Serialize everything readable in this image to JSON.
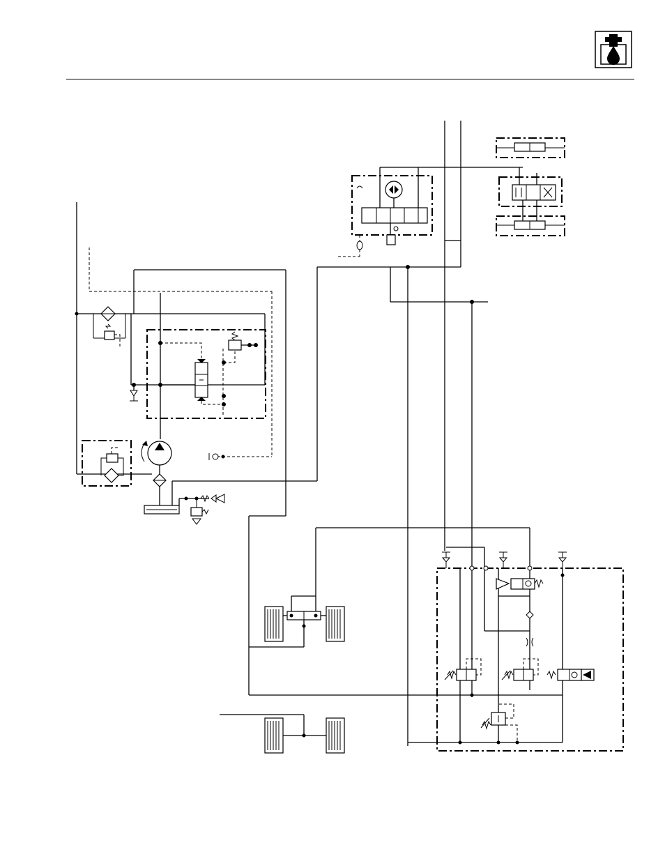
{
  "header": {
    "icon": "hydraulic-oil-icon",
    "rule_color": "#000000"
  },
  "schematic": {
    "style": "hydraulic circuit line drawing",
    "line_color": "#000000",
    "background": "#ffffff",
    "components": [
      "pump",
      "reservoir",
      "filter",
      "oil-cooler",
      "relief-valve",
      "priority-valve",
      "steering-unit",
      "steering-cylinder",
      "hitch-valve",
      "brake-pack",
      "parking-brake-pack",
      "brake-valve-block",
      "solenoid-valve",
      "accumulator-check-valve"
    ]
  }
}
